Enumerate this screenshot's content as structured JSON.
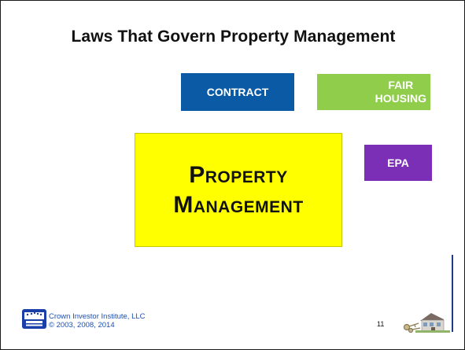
{
  "slide": {
    "title": "Laws That Govern Property Management",
    "center_box": {
      "line1": "Property",
      "line2": "Management"
    },
    "boxes": [
      {
        "label": "CONTRACT",
        "color": "#0b5aa5"
      },
      {
        "label_line1": "FAIR",
        "label_line2": "HOUSING",
        "color": "#8fcd4b"
      },
      {
        "label": "EPA",
        "color": "#7b2eb6"
      }
    ],
    "center_box_color": "#ffff00",
    "footer": {
      "org": "Crown Investor Institute, LLC",
      "copyright": "© 2003, 2008, 2014",
      "logo_icon": "crown-logo-icon",
      "accent": "#1a4fb5"
    },
    "page_number": "11",
    "corner_image": "house-keys-icon"
  }
}
